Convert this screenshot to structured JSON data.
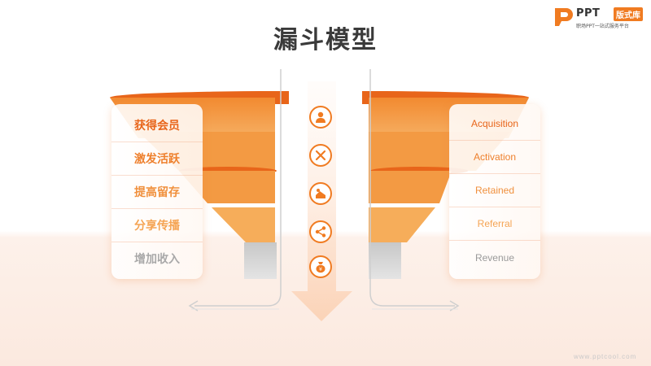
{
  "title": "漏斗模型",
  "logo": {
    "brand": "PPT",
    "badge": "版式库",
    "tagline": "职场PPT一站式服务平台"
  },
  "stages_cn": [
    "获得会员",
    "激发活跃",
    "提高留存",
    "分享传播",
    "增加收入"
  ],
  "stages_en": [
    "Acquisition",
    "Activation",
    "Retained",
    "Referral",
    "Revenue"
  ],
  "stage_colors": [
    "#e8651a",
    "#ee7f2b",
    "#f0903d",
    "#f5a453",
    "#a9a9a9"
  ],
  "icons": [
    "user-icon",
    "tools-icon",
    "handshake-icon",
    "share-icon",
    "money-bag-icon"
  ],
  "footer": "www.pptcool.com",
  "colors": {
    "accent": "#f07b21",
    "title": "#3a3a3a",
    "gray": "#9a9a9a"
  }
}
